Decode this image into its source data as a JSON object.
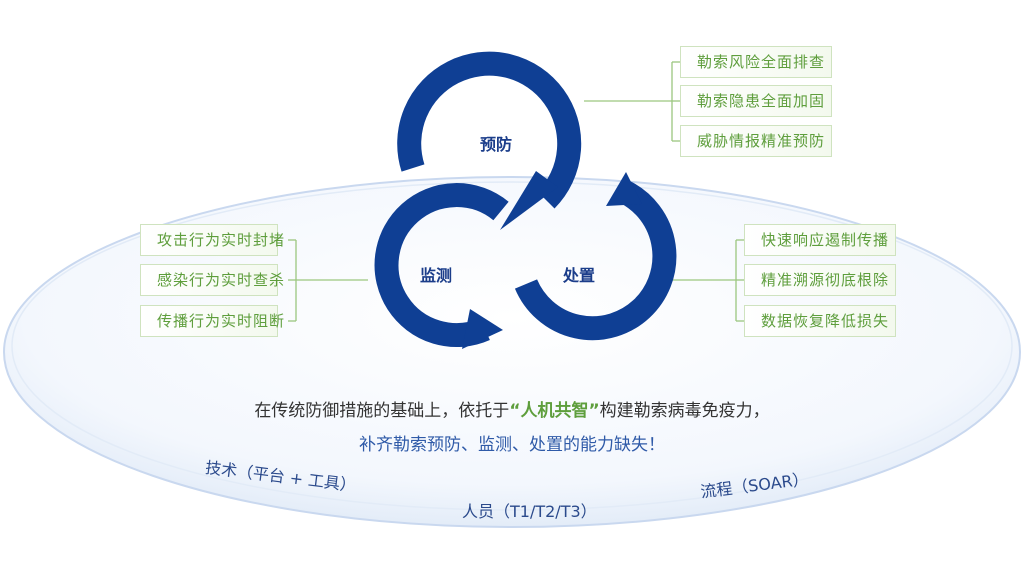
{
  "center": {
    "prevent": "预防",
    "monitor": "监测",
    "dispose": "处置"
  },
  "prevent_items": [
    "勒索风险全面排查",
    "勒索隐患全面加固",
    "威胁情报精准预防"
  ],
  "monitor_items": [
    "攻击行为实时封堵",
    "感染行为实时查杀",
    "传播行为实时阻断"
  ],
  "dispose_items": [
    "快速响应遏制传播",
    "精准溯源彻底根除",
    "数据恢复降低损失"
  ],
  "description": {
    "line1_a": "在传统防御措施的基础上，依托于",
    "line1_highlight": "“人机共智”",
    "line1_b": "构建勒索病毒免疫力，",
    "line2": "补齐勒索预防、监测、处置的能力缺失！"
  },
  "foundation": {
    "tech": "技术（平台 + 工具）",
    "people": "人员（T1/T2/T3）",
    "process": "流程（SOAR）"
  },
  "colors": {
    "ring_blue": "#0f3f94",
    "green_text": "#5e9e3c",
    "green_border": "#cfe3bf",
    "ellipse_edge": "#c9d8ef"
  }
}
